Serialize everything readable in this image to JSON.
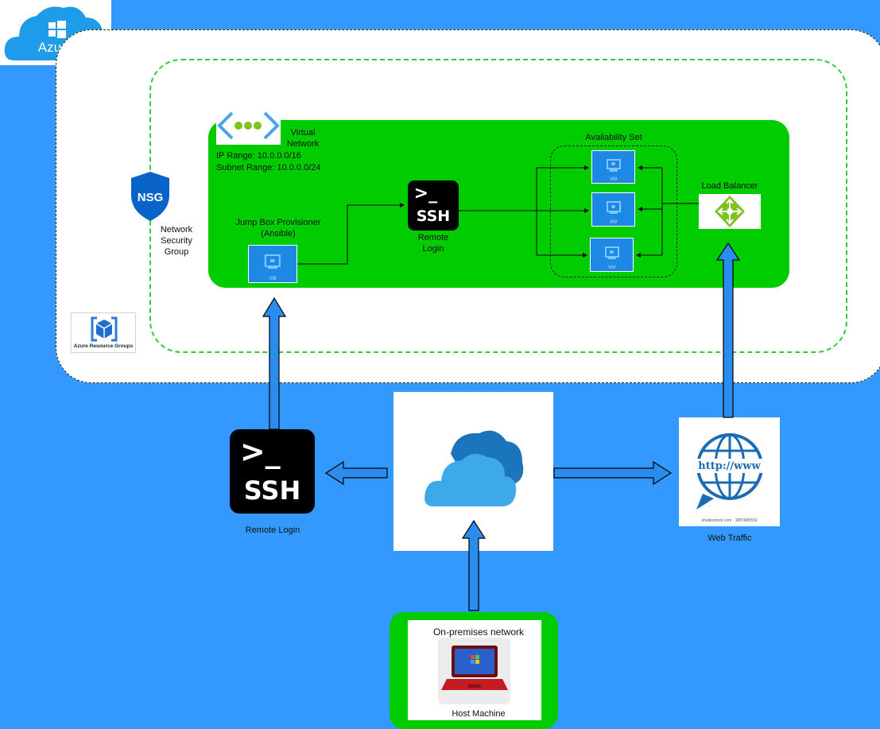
{
  "azure": {
    "logo_text": "Azure"
  },
  "nsg": {
    "badge_text": "NSG",
    "label": "Network\nSecurity\nGroup"
  },
  "resource_groups": {
    "label": "Azure Resource Groups"
  },
  "vnet": {
    "title": "Virtual\nNetwork",
    "ip_range": "IP Range: 10.0.0.0/16",
    "subnet_range": "Subnet Range: 10.0.0.0/24"
  },
  "jump_box": {
    "label": "Jump Box Provisioner\n(Ansible)",
    "vm_text": "VM"
  },
  "ssh_inner": {
    "prompt": ">_",
    "word": "SSH",
    "label": "Remote\nLogin"
  },
  "availability_set": {
    "label": "Availability Set",
    "vm_text": "VM"
  },
  "load_balancer": {
    "label": "Load Balancer"
  },
  "ssh_outer": {
    "prompt": ">_",
    "word": "SSH",
    "label": "Remote Login"
  },
  "web": {
    "label": "Web Traffic",
    "http_text": "http://www",
    "credit": "shutterstock.com · 1897845550"
  },
  "onprem": {
    "title": "On-premises network",
    "host_label": "Host Machine"
  },
  "colors": {
    "background": "#3399FF",
    "green": "#00CC00",
    "vm_blue": "#1E88E5",
    "arrow_fill": "#2B8CF0"
  }
}
